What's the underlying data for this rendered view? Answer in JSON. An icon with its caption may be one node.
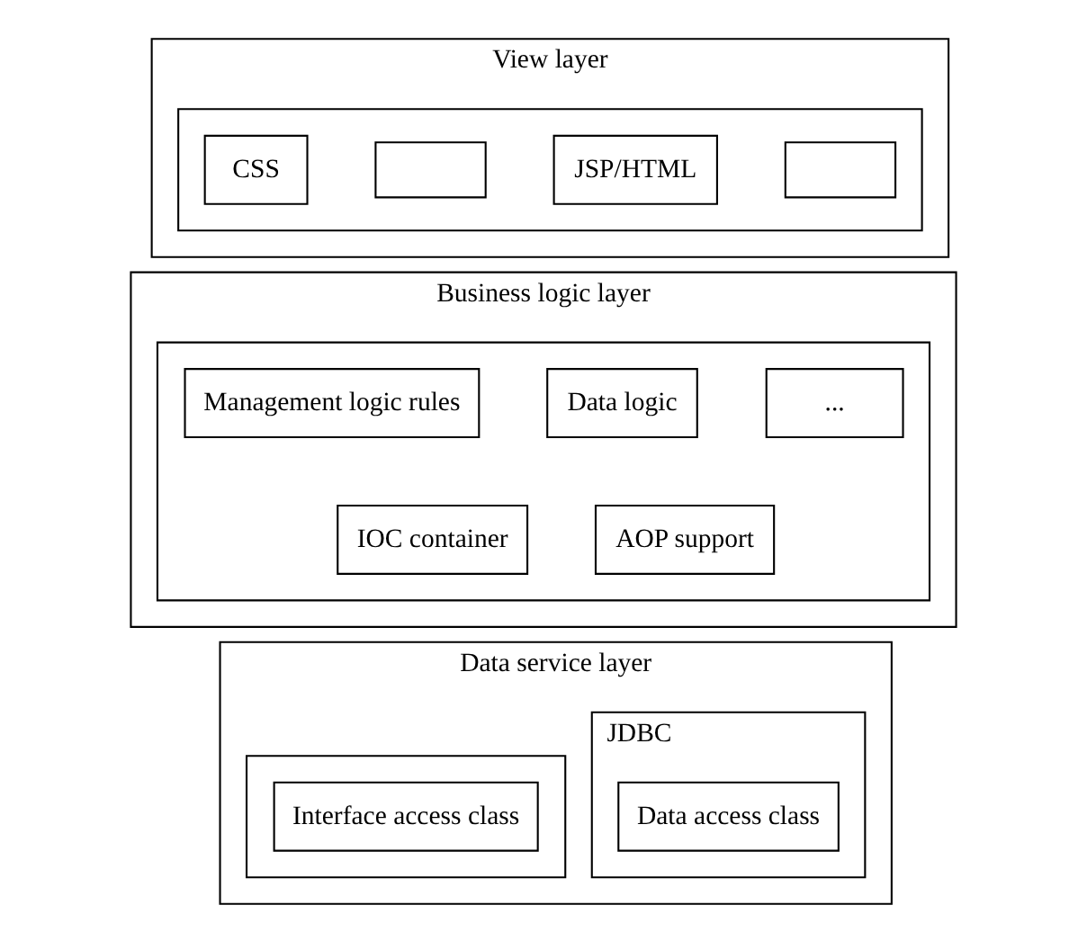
{
  "diagram": {
    "nodes": [
      {
        "text": [
          "View layer"
        ]
      },
      {
        "text": [],
        "shape": "box",
        "in": 0
      },
      {
        "text": [],
        "shape": "box",
        "in": 1
      },
      {
        "text": [
          "JSP/HTML"
        ],
        "in": 1
      },
      {
        "text": [],
        "shape": "box",
        "in": 1
      },
      {
        "text": [
          "CSS"
        ],
        "in": 1
      },
      {
        "text": [
          "Business logic layer"
        ]
      },
      {
        "text": [],
        "shape": "box",
        "in": 6
      },
      {
        "text": [
          "Management logic rules"
        ],
        "in": 7
      },
      {
        "text": [
          "..."
        ],
        "in": 7
      },
      {
        "text": [
          "Data logic"
        ],
        "in": 7
      },
      {
        "text": [
          "IOC container"
        ],
        "in": 7
      },
      {
        "text": [
          "AOP support"
        ],
        "in": 7
      },
      {
        "text": [
          "Data service layer"
        ]
      },
      {
        "text": [
          "JDBC"
        ],
        "in": 13
      },
      {
        "text": [
          "Data access class"
        ],
        "in": 14
      },
      {
        "text": [],
        "shape": "box",
        "in": 13
      },
      {
        "text": [
          "Interface access class"
        ],
        "in": 16
      }
    ],
    "edges": []
  }
}
